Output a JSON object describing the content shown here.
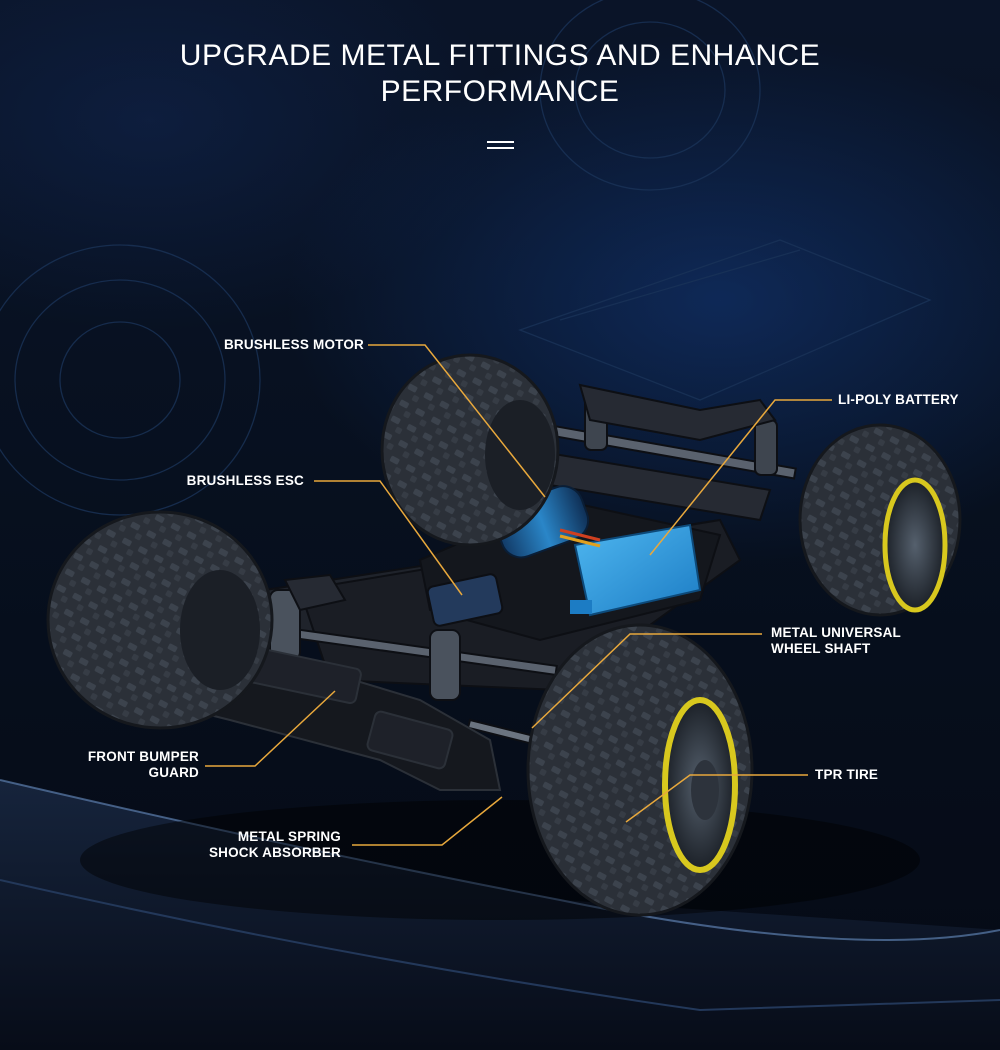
{
  "heading": {
    "line1": "UPGRADE METAL FITTINGS AND ENHANCE",
    "line2": "PERFORMANCE"
  },
  "callouts": {
    "brushless_motor": "BRUSHLESS MOTOR",
    "li_poly_battery": "LI-POLY BATTERY",
    "brushless_esc": "BRUSHLESS ESC",
    "metal_universal_wheel_shaft": {
      "line1": "METAL UNIVERSAL",
      "line2": "WHEEL SHAFT"
    },
    "front_bumper_guard": {
      "line1": "FRONT BUMPER",
      "line2": "GUARD"
    },
    "tpr_tire": "TPR TIRE",
    "metal_spring_shock_absorber": {
      "line1": "METAL SPRING",
      "line2": "SHOCK ABSORBER"
    }
  },
  "colors": {
    "leader_line": "#e8a83c",
    "rim_accent": "#d8c81e",
    "battery": "#2a9ce0",
    "motor": "#1f6fb0",
    "tire": "#2b3038",
    "chassis": "#1a1d24"
  }
}
